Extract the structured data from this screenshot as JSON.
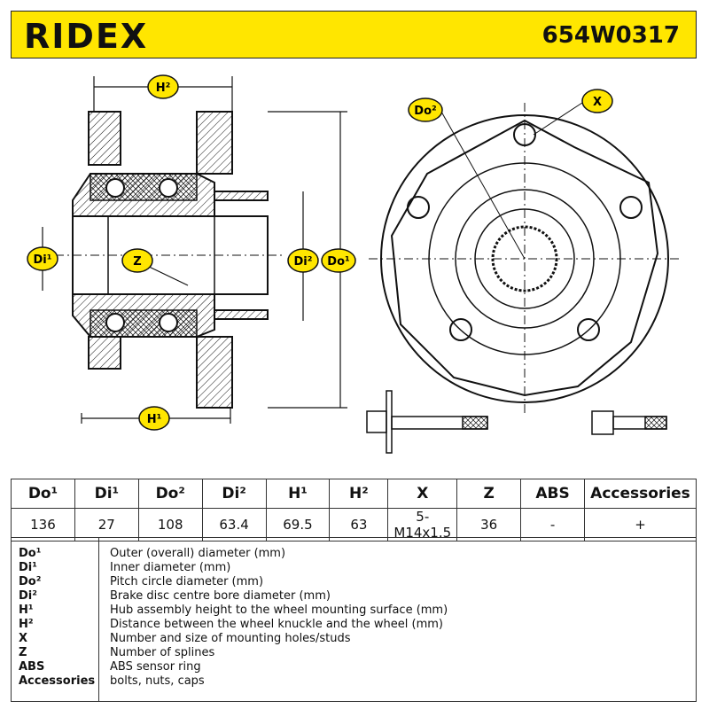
{
  "header": {
    "brand": "RIDEX",
    "part_number": "654W0317"
  },
  "labels": {
    "h2": "H²",
    "h1": "H¹",
    "di1": "Di¹",
    "z": "Z",
    "di2": "Di²",
    "do1": "Do¹",
    "do2": "Do²",
    "x": "X"
  },
  "spec_table": {
    "headers": [
      "Do¹",
      "Di¹",
      "Do²",
      "Di²",
      "H¹",
      "H²",
      "X",
      "Z",
      "ABS",
      "Accessories"
    ],
    "values": [
      "136",
      "27",
      "108",
      "63.4",
      "69.5",
      "63",
      "5-M14x1.5",
      "36",
      "-",
      "+"
    ]
  },
  "legend": [
    {
      "key": "Do¹",
      "desc": "Outer (overall) diameter (mm)"
    },
    {
      "key": "Di¹",
      "desc": "Inner diameter (mm)"
    },
    {
      "key": "Do²",
      "desc": "Pitch circle diameter (mm)"
    },
    {
      "key": "Di²",
      "desc": "Brake disc centre bore diameter (mm)"
    },
    {
      "key": "H¹",
      "desc": "Hub assembly height to the wheel mounting surface (mm)"
    },
    {
      "key": "H²",
      "desc": "Distance between the wheel knuckle and the wheel (mm)"
    },
    {
      "key": "X",
      "desc": "Number and size of mounting holes/studs"
    },
    {
      "key": "Z",
      "desc": "Number of splines"
    },
    {
      "key": "ABS",
      "desc": "ABS sensor ring"
    },
    {
      "key": "Accessories",
      "desc": "bolts, nuts, caps"
    }
  ],
  "colors": {
    "accent": "#ffe600",
    "line": "#111111"
  }
}
